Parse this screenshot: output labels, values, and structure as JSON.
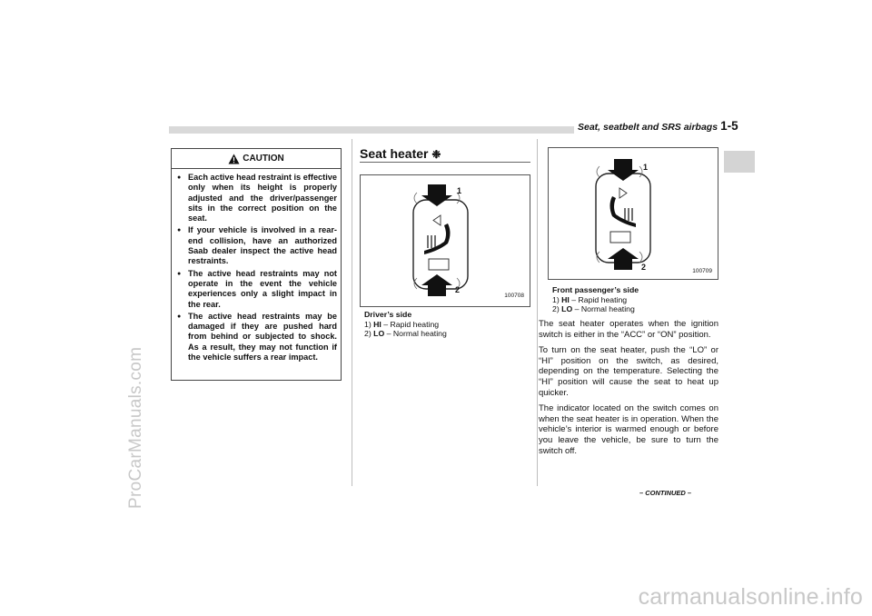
{
  "header": {
    "section_title": "Seat, seatbelt and SRS airbags",
    "page_number": "1-5"
  },
  "watermarks": {
    "side": "ProCarManuals.com",
    "bottom": "carmanualsonline.info"
  },
  "caution": {
    "title": "CAUTION",
    "items": [
      "Each active head restraint is effective only when its height is properly adjusted and the driver/passenger sits in the correct position on the seat.",
      "If your vehicle is involved in a rear-end collision, have an authorized Saab dealer inspect the active head restraints.",
      "The active head restraints may not operate in the event the vehicle experiences only a slight impact in the rear.",
      "The active head restraints may be damaged if they are pushed hard from behind or subjected to shock. As a result, they may not function if the vehicle suffers a rear impact."
    ]
  },
  "seat_heater": {
    "title": "Seat heater",
    "title_symbol": "❉",
    "driver_figure": {
      "code": "100708",
      "caption_title": "Driver’s side",
      "items": [
        {
          "num": "1)",
          "label": "HI",
          "desc": " – Rapid heating"
        },
        {
          "num": "2)",
          "label": "LO",
          "desc": " – Normal heating"
        }
      ],
      "callouts": [
        "1",
        "2"
      ]
    },
    "passenger_figure": {
      "code": "100709",
      "caption_title": "Front passenger’s side",
      "items": [
        {
          "num": "1)",
          "label": "HI",
          "desc": " – Rapid heating"
        },
        {
          "num": "2)",
          "label": "LO",
          "desc": " – Normal heating"
        }
      ],
      "callouts": [
        "1",
        "2"
      ]
    },
    "paragraphs": [
      "The seat heater operates when the ignition switch is either in the “ACC” or “ON” position.",
      "To turn on the seat heater, push the “LO” or “HI” position on the switch, as desired, depending on the temperature. Selecting the “HI” position will cause the seat to heat up quicker.",
      "The indicator located on the switch comes on when the seat heater is in operation. When the vehicle’s interior is warmed enough or before you leave the vehicle, be sure to turn the switch off."
    ]
  },
  "footer": {
    "continued": "– CONTINUED –"
  }
}
